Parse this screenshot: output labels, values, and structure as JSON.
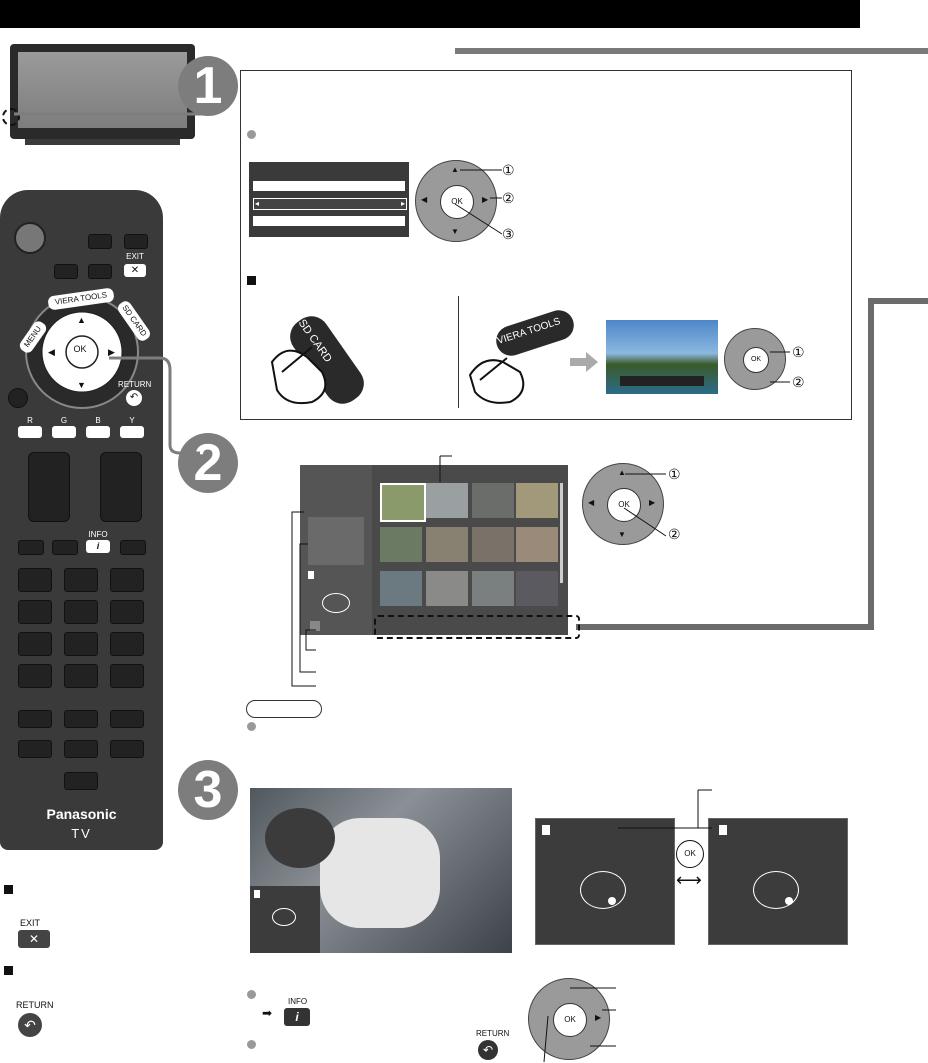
{
  "steps": {
    "step1": "1",
    "step2": "2",
    "step3": "3"
  },
  "remote": {
    "exit_label": "EXIT",
    "return_label": "RETURN",
    "info_label": "INFO",
    "brand": "Panasonic",
    "tv_label": "TV",
    "ring_menu": "MENU",
    "ring_viera": "VIERA TOOLS",
    "ring_sd": "SD CARD",
    "ok": "OK",
    "color_keys": [
      "R",
      "G",
      "B",
      "Y"
    ]
  },
  "box1": {
    "sd_card_label": "SD CARD",
    "viera_tools_label": "VIERA TOOLS",
    "ok": "OK"
  },
  "callouts": {
    "c1": "①",
    "c2": "②",
    "c3": "③"
  },
  "side_keys": {
    "exit_label": "EXIT",
    "return_label": "RETURN",
    "info_label": "INFO"
  },
  "pad_labels": {
    "ok": "OK"
  },
  "colors": {
    "gray_line": "#6b6b6b",
    "step_circle": "#7d7d7d",
    "remote_body": "#3a3a3a"
  }
}
